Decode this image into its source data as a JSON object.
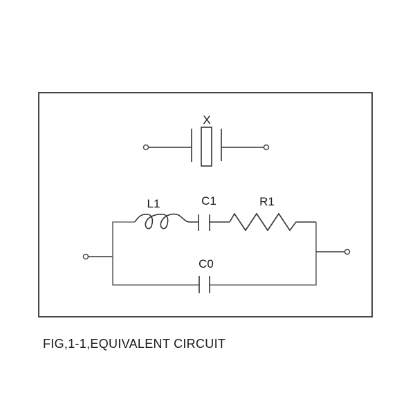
{
  "figure": {
    "caption": "FIG,1-1,EQUIVALENT CIRCUIT"
  },
  "crystal_symbol": {
    "label": "X"
  },
  "equivalent_circuit": {
    "components": [
      {
        "id": "L1",
        "label": "L1",
        "type": "inductor"
      },
      {
        "id": "C1",
        "label": "C1",
        "type": "capacitor"
      },
      {
        "id": "R1",
        "label": "R1",
        "type": "resistor"
      },
      {
        "id": "C0",
        "label": "C0",
        "type": "capacitor"
      }
    ],
    "topology": "L1-C1-R1 series branch in parallel with C0"
  }
}
